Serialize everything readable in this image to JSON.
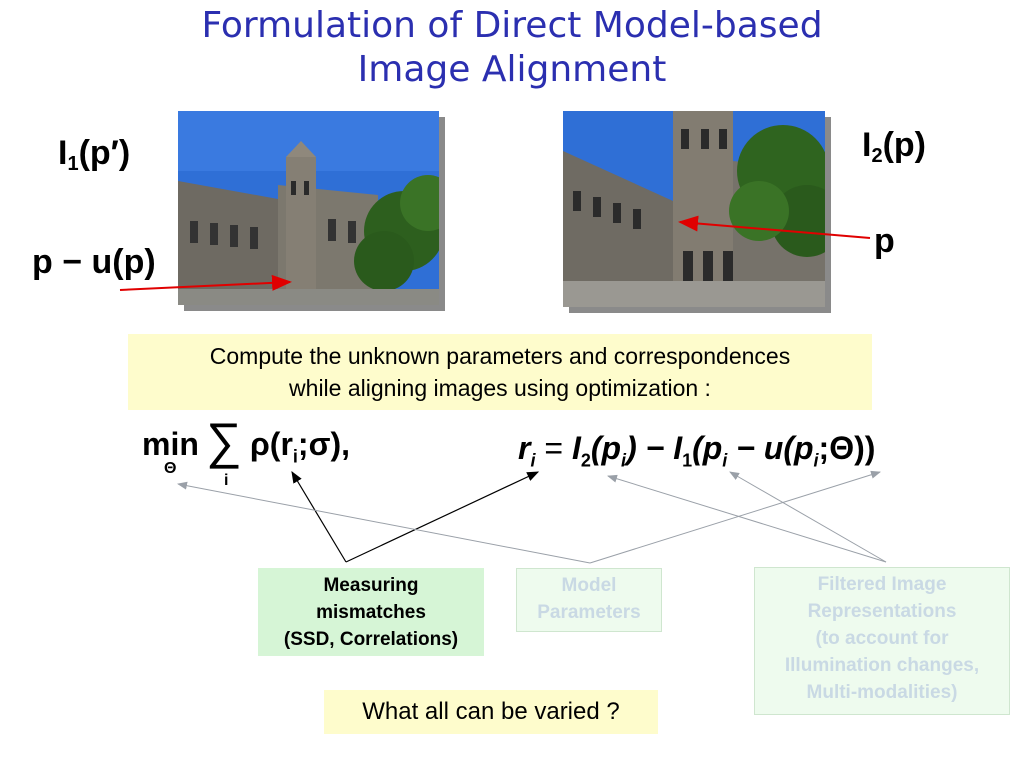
{
  "title": {
    "line1": "Formulation of Direct Model-based",
    "line2": "Image Alignment"
  },
  "labels": {
    "i1_base": "I",
    "i1_sub": "1",
    "i1_arg": "(p′)",
    "i2_base": "I",
    "i2_sub": "2",
    "i2_arg": "(p)",
    "p_minus_u": "p − u(p)",
    "p": "p"
  },
  "images": {
    "left": "building-photo-left",
    "right": "building-photo-right"
  },
  "compute": {
    "line1": "Compute the unknown parameters and correspondences",
    "line2": "while aligning images using optimization :"
  },
  "formula_left": {
    "min": "min",
    "theta": "Θ",
    "sum_index": "i",
    "rho": "ρ(r",
    "r_sub": "i",
    "rest": ";σ),"
  },
  "formula_right": {
    "r": "r",
    "r_sub": "i",
    "eq": " = ",
    "I2": "I",
    "I2_sub": "2",
    "p1": "(p",
    "p1_sub": "i",
    "mid": ") − ",
    "I1": "I",
    "I1_sub": "1",
    "p2": "(p",
    "p2_sub": "i",
    "minus_u": " − u(p",
    "p3_sub": "i",
    "tail": ";Θ))"
  },
  "boxes": {
    "mismatch": [
      "Measuring",
      "mismatches",
      "(SSD, Correlations)"
    ],
    "model": [
      "Model",
      "Parameters"
    ],
    "filter": [
      "Filtered Image",
      "Representations",
      "(to account for",
      "Illumination changes,",
      "Multi-modalities)"
    ]
  },
  "question": "What all can be varied ?",
  "colors": {
    "title": "#2b2fb0",
    "yellow_box": "#fefccc",
    "green_box": "#d6f5d6",
    "faded_green_box": "#eefbee",
    "faded_text": "#c9d9e4",
    "red_arrow": "#e00000"
  }
}
